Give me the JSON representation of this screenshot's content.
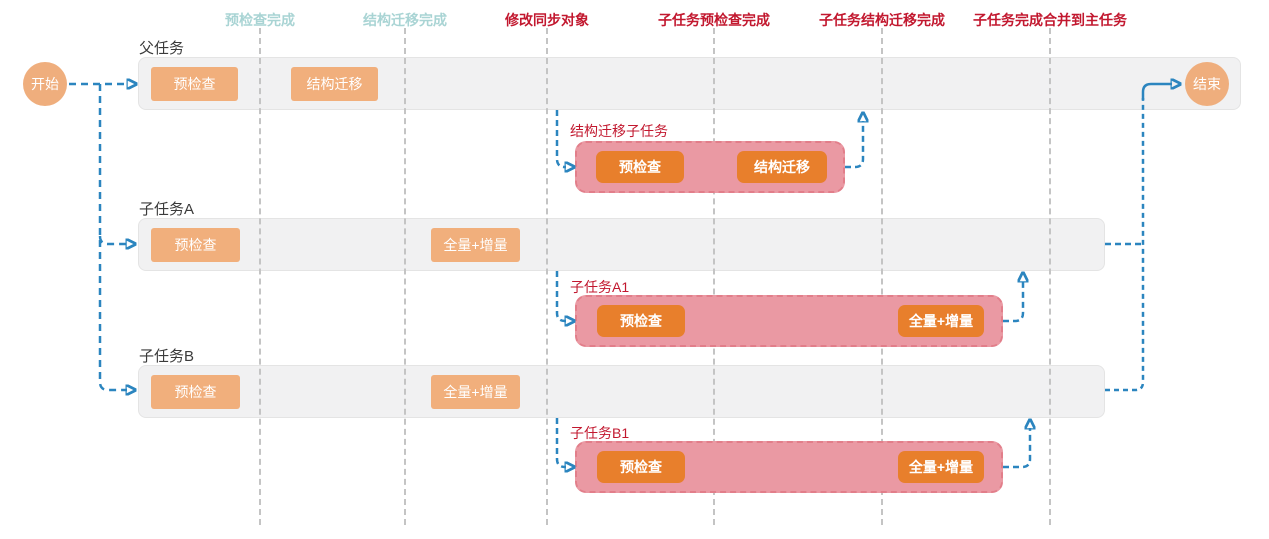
{
  "colors": {
    "teal": "#a9d4d4",
    "red": "#c2182f",
    "blue": "#2b85bf",
    "orange-light": "#f1af7c",
    "orange-dark": "#e87f2c",
    "pink-fill": "#ea99a3",
    "pink-border": "#e27e8a",
    "lane-fill": "#f1f1f2",
    "lane-border": "#e4e4e4",
    "grid": "#c4c4c4",
    "label": "#3b3b3b",
    "node-fill": "#efae7d"
  },
  "nodes": {
    "start": "开始",
    "end": "结束"
  },
  "milestones": [
    {
      "label": "预检查完成",
      "tone": "teal"
    },
    {
      "label": "结构迁移完成",
      "tone": "teal"
    },
    {
      "label": "修改同步对象",
      "tone": "red"
    },
    {
      "label": "子任务预检查完成",
      "tone": "red"
    },
    {
      "label": "子任务结构迁移完成",
      "tone": "red"
    },
    {
      "label": "子任务完成合并到主任务",
      "tone": "red"
    }
  ],
  "lanes": [
    {
      "label": "父任务",
      "steps": [
        "预检查",
        "结构迁移"
      ]
    },
    {
      "label": "子任务A",
      "steps": [
        "预检查",
        "全量+增量"
      ]
    },
    {
      "label": "子任务B",
      "steps": [
        "预检查",
        "全量+增量"
      ]
    }
  ],
  "subtask_boxes": [
    {
      "label": "结构迁移子任务",
      "steps": [
        "预检查",
        "结构迁移"
      ]
    },
    {
      "label": "子任务A1",
      "steps": [
        "预检查",
        "全量+增量"
      ]
    },
    {
      "label": "子任务B1",
      "steps": [
        "预检查",
        "全量+增量"
      ]
    }
  ]
}
